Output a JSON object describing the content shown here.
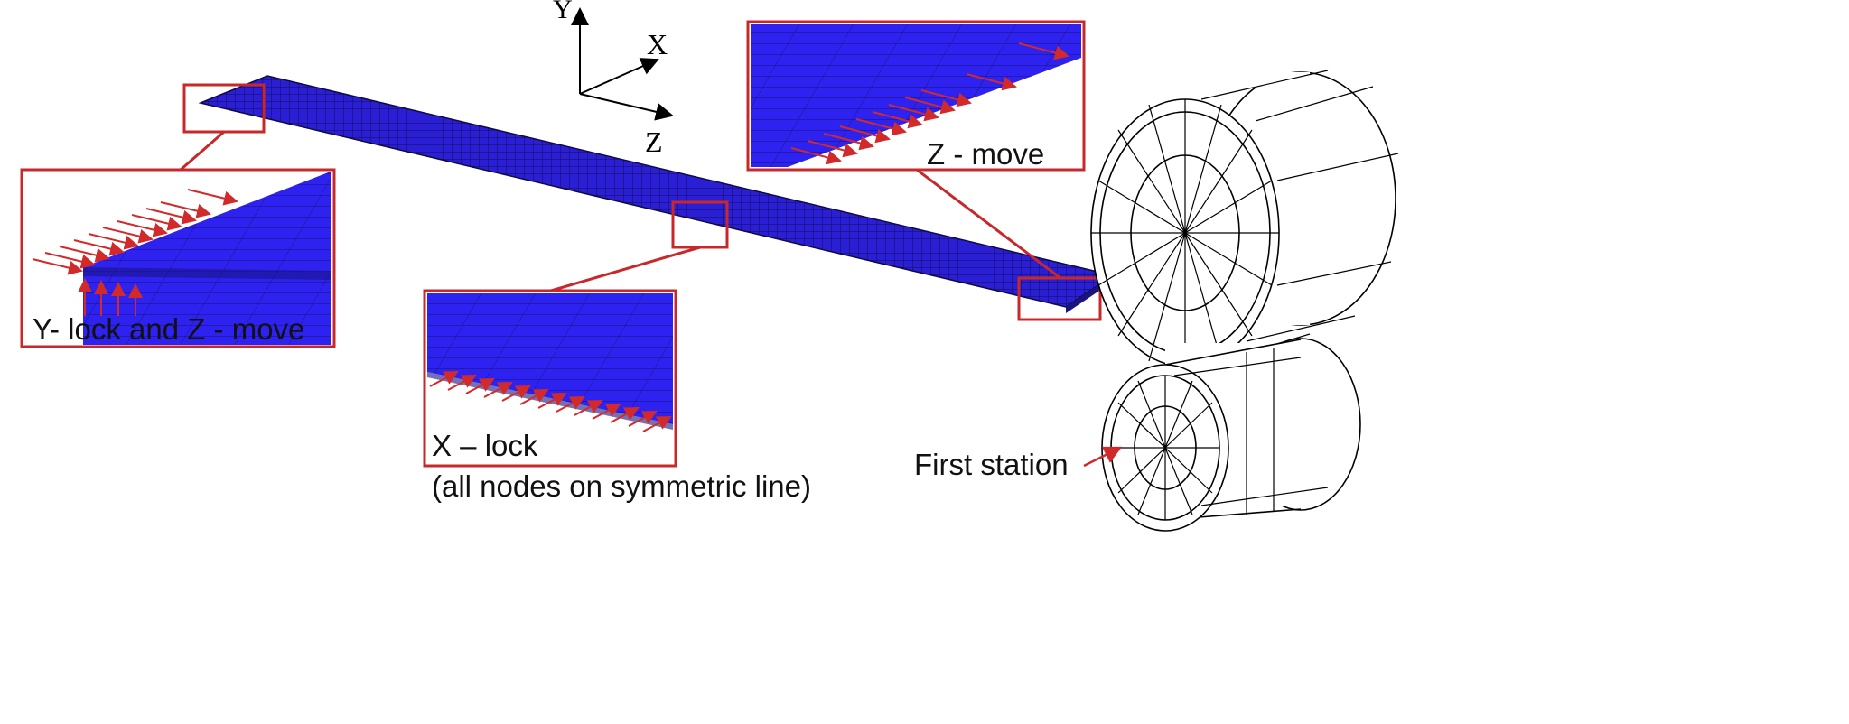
{
  "labels": {
    "left_box": "Y- lock and Z - move",
    "top_right_box": "Z - move",
    "middle_box": "X – lock",
    "middle_caption": "(all nodes on symmetric line)",
    "station": "First station"
  },
  "axes": {
    "x": "X",
    "y": "Y",
    "z": "Z"
  },
  "colors": {
    "mesh_blue": "#2a1df5",
    "mesh_dark": "#1d1570",
    "frame_red": "#c8282a",
    "arrow_red": "#d22a2a"
  }
}
